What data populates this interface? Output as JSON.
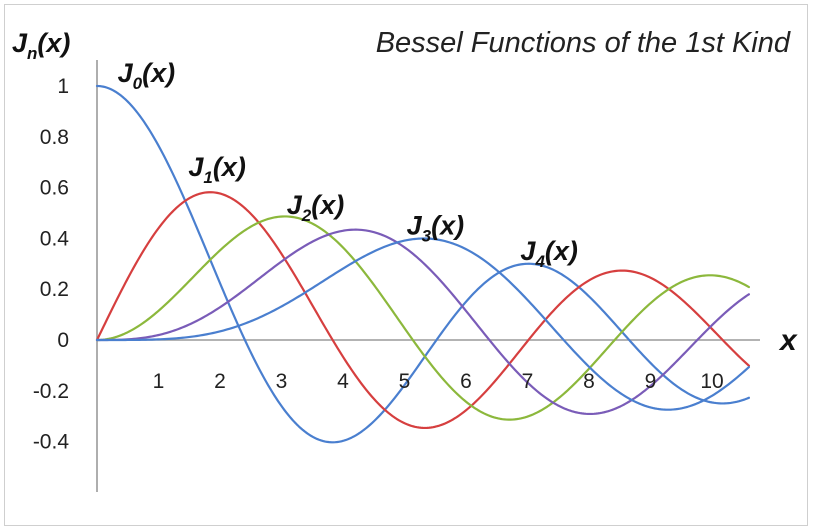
{
  "chart_data": {
    "type": "line",
    "title": "Bessel Functions of the 1st Kind",
    "ylabel_main": "J",
    "ylabel_sub": "n",
    "ylabel_rest": "(x)",
    "xlabel": "x",
    "xlim": [
      0,
      10.6
    ],
    "ylim": [
      -0.6,
      1.1
    ],
    "x_ticks": [
      {
        "value": 1,
        "label": "1"
      },
      {
        "value": 2,
        "label": "2"
      },
      {
        "value": 3,
        "label": "3"
      },
      {
        "value": 4,
        "label": "4"
      },
      {
        "value": 5,
        "label": "5"
      },
      {
        "value": 6,
        "label": "6"
      },
      {
        "value": 7,
        "label": "7"
      },
      {
        "value": 8,
        "label": "8"
      },
      {
        "value": 9,
        "label": "9"
      },
      {
        "value": 10,
        "label": "10"
      }
    ],
    "y_ticks": [
      {
        "value": 1,
        "label": "1"
      },
      {
        "value": 0.8,
        "label": "0.8"
      },
      {
        "value": 0.6,
        "label": "0.6"
      },
      {
        "value": 0.4,
        "label": "0.4"
      },
      {
        "value": 0.2,
        "label": "0.2"
      },
      {
        "value": 0,
        "label": "0"
      },
      {
        "value": -0.2,
        "label": "-0.2"
      },
      {
        "value": -0.4,
        "label": "-0.4"
      }
    ],
    "grid": false,
    "legend": "inline labels at curve peaks",
    "x": [
      0,
      0.5,
      1,
      1.5,
      2,
      2.5,
      3,
      3.5,
      4,
      4.5,
      5,
      5.5,
      6,
      6.5,
      7,
      7.5,
      8,
      8.5,
      9,
      9.5,
      10,
      10.5
    ],
    "series": [
      {
        "name_main": "J",
        "name_sub": "0",
        "name_rest": "(x)",
        "color": "#4a7fcf",
        "label_at": [
          0.4,
          1.0
        ],
        "values": [
          1.0,
          0.9385,
          0.7652,
          0.5118,
          0.2239,
          -0.0484,
          -0.2601,
          -0.3801,
          -0.3971,
          -0.3205,
          -0.1776,
          -0.0068,
          0.1506,
          0.2601,
          0.3001,
          0.2663,
          0.1717,
          0.0419,
          -0.0903,
          -0.1939,
          -0.2459,
          -0.2366
        ]
      },
      {
        "name_main": "J",
        "name_sub": "1",
        "name_rest": "(x)",
        "color": "#d63f3f",
        "label_at": [
          1.55,
          0.63
        ],
        "values": [
          0.0,
          0.2423,
          0.4401,
          0.5579,
          0.5767,
          0.4971,
          0.3391,
          0.1374,
          -0.066,
          -0.2311,
          -0.3276,
          -0.3414,
          -0.2767,
          -0.1538,
          -0.0047,
          0.1352,
          0.2346,
          0.2731,
          0.2453,
          0.1613,
          0.0435,
          -0.0789
        ]
      },
      {
        "name_main": "J",
        "name_sub": "2",
        "name_rest": "(x)",
        "color": "#8cb83c",
        "label_at": [
          3.15,
          0.48
        ],
        "values": [
          0.0,
          0.0306,
          0.1149,
          0.2321,
          0.3528,
          0.4461,
          0.4861,
          0.4586,
          0.3641,
          0.2178,
          0.0466,
          -0.1173,
          -0.2429,
          -0.3074,
          -0.3014,
          -0.2303,
          -0.113,
          0.0223,
          0.1448,
          0.2279,
          0.2546,
          0.2216
        ]
      },
      {
        "name_main": "J",
        "name_sub": "3",
        "name_rest": "(x)",
        "color": "#7a5cb8",
        "label_at": [
          5.1,
          0.4
        ],
        "values": [
          0.0,
          0.0026,
          0.0196,
          0.061,
          0.1289,
          0.2166,
          0.3091,
          0.3868,
          0.4302,
          0.4247,
          0.3648,
          0.2561,
          0.1148,
          -0.0353,
          -0.1676,
          -0.2581,
          -0.2911,
          -0.2626,
          -0.1809,
          -0.0653,
          0.0584,
          0.1633
        ]
      },
      {
        "name_main": "J",
        "name_sub": "4",
        "name_rest": "(x)",
        "color": "#4a7fcf",
        "label_at": [
          6.95,
          0.3
        ],
        "values": null
      }
    ]
  }
}
